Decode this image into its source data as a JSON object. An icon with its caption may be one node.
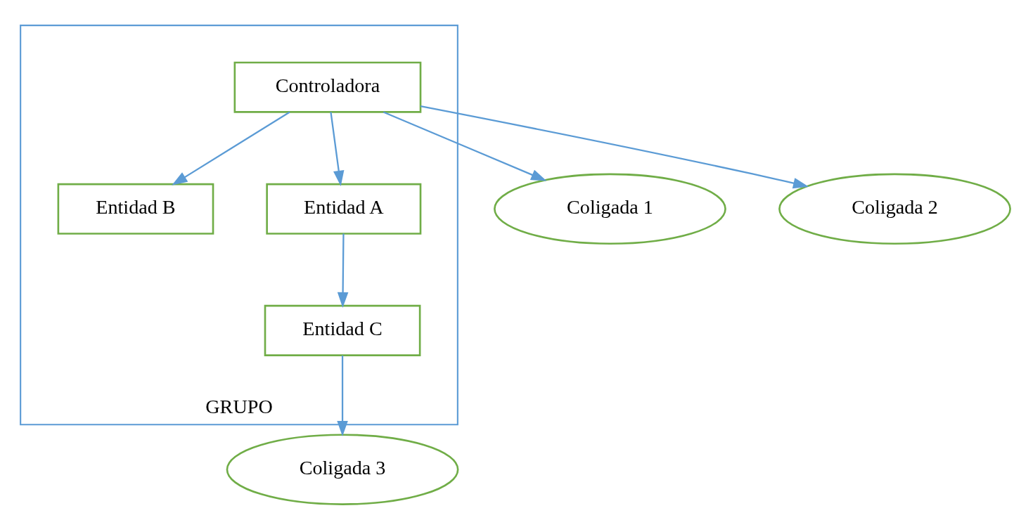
{
  "diagram": {
    "nodes": [
      {
        "text": [
          "GRUPO"
        ]
      },
      {
        "text": [
          "Controladora"
        ],
        "in": 0
      },
      {
        "text": [
          "Coligada 1"
        ]
      },
      {
        "text": [
          "Entidad B"
        ],
        "in": 0
      },
      {
        "text": [
          "Entidad A"
        ],
        "in": 0
      },
      {
        "text": [
          "Coligada 2"
        ]
      },
      {
        "text": [
          "Entidad C"
        ],
        "in": 0
      },
      {
        "text": [
          "Coligada 3"
        ]
      }
    ],
    "edges": [
      {
        "from": 1,
        "to": 2,
        "arrow": "to"
      },
      {
        "from": 1,
        "to": 3,
        "arrow": "to"
      },
      {
        "from": 1,
        "to": 4,
        "arrow": "to"
      },
      {
        "from": 1,
        "to": 5,
        "arrow": "to"
      },
      {
        "from": 4,
        "to": 6,
        "arrow": "to"
      },
      {
        "from": 6,
        "to": 7,
        "arrow": "to"
      }
    ]
  }
}
